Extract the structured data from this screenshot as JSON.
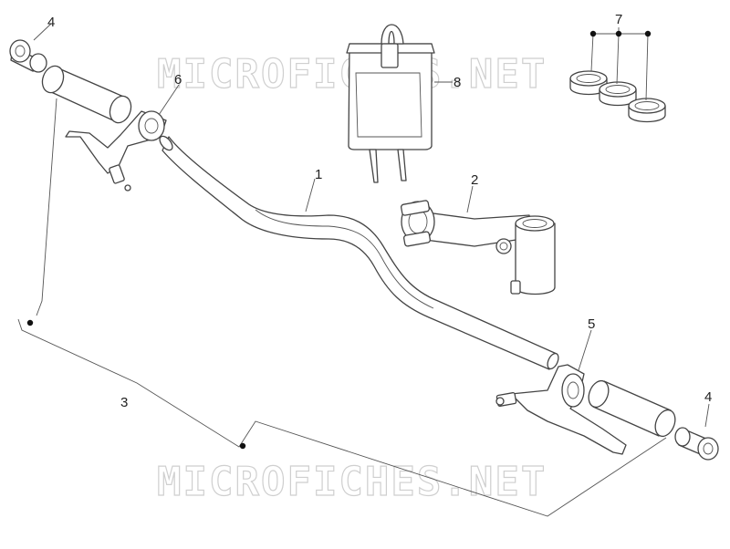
{
  "watermark": "MICROFICHES.NET",
  "callouts": {
    "handlebar": "1",
    "stem": "2",
    "grip_set": "3",
    "grip_cap_left": "4",
    "grip_cap_right": "4",
    "lever_right": "5",
    "lever_left": "6",
    "bushing_kit": "7",
    "bag": "8"
  },
  "colors": {
    "line": "#444444",
    "watermark": "#cfcfcf",
    "text": "#222222"
  }
}
